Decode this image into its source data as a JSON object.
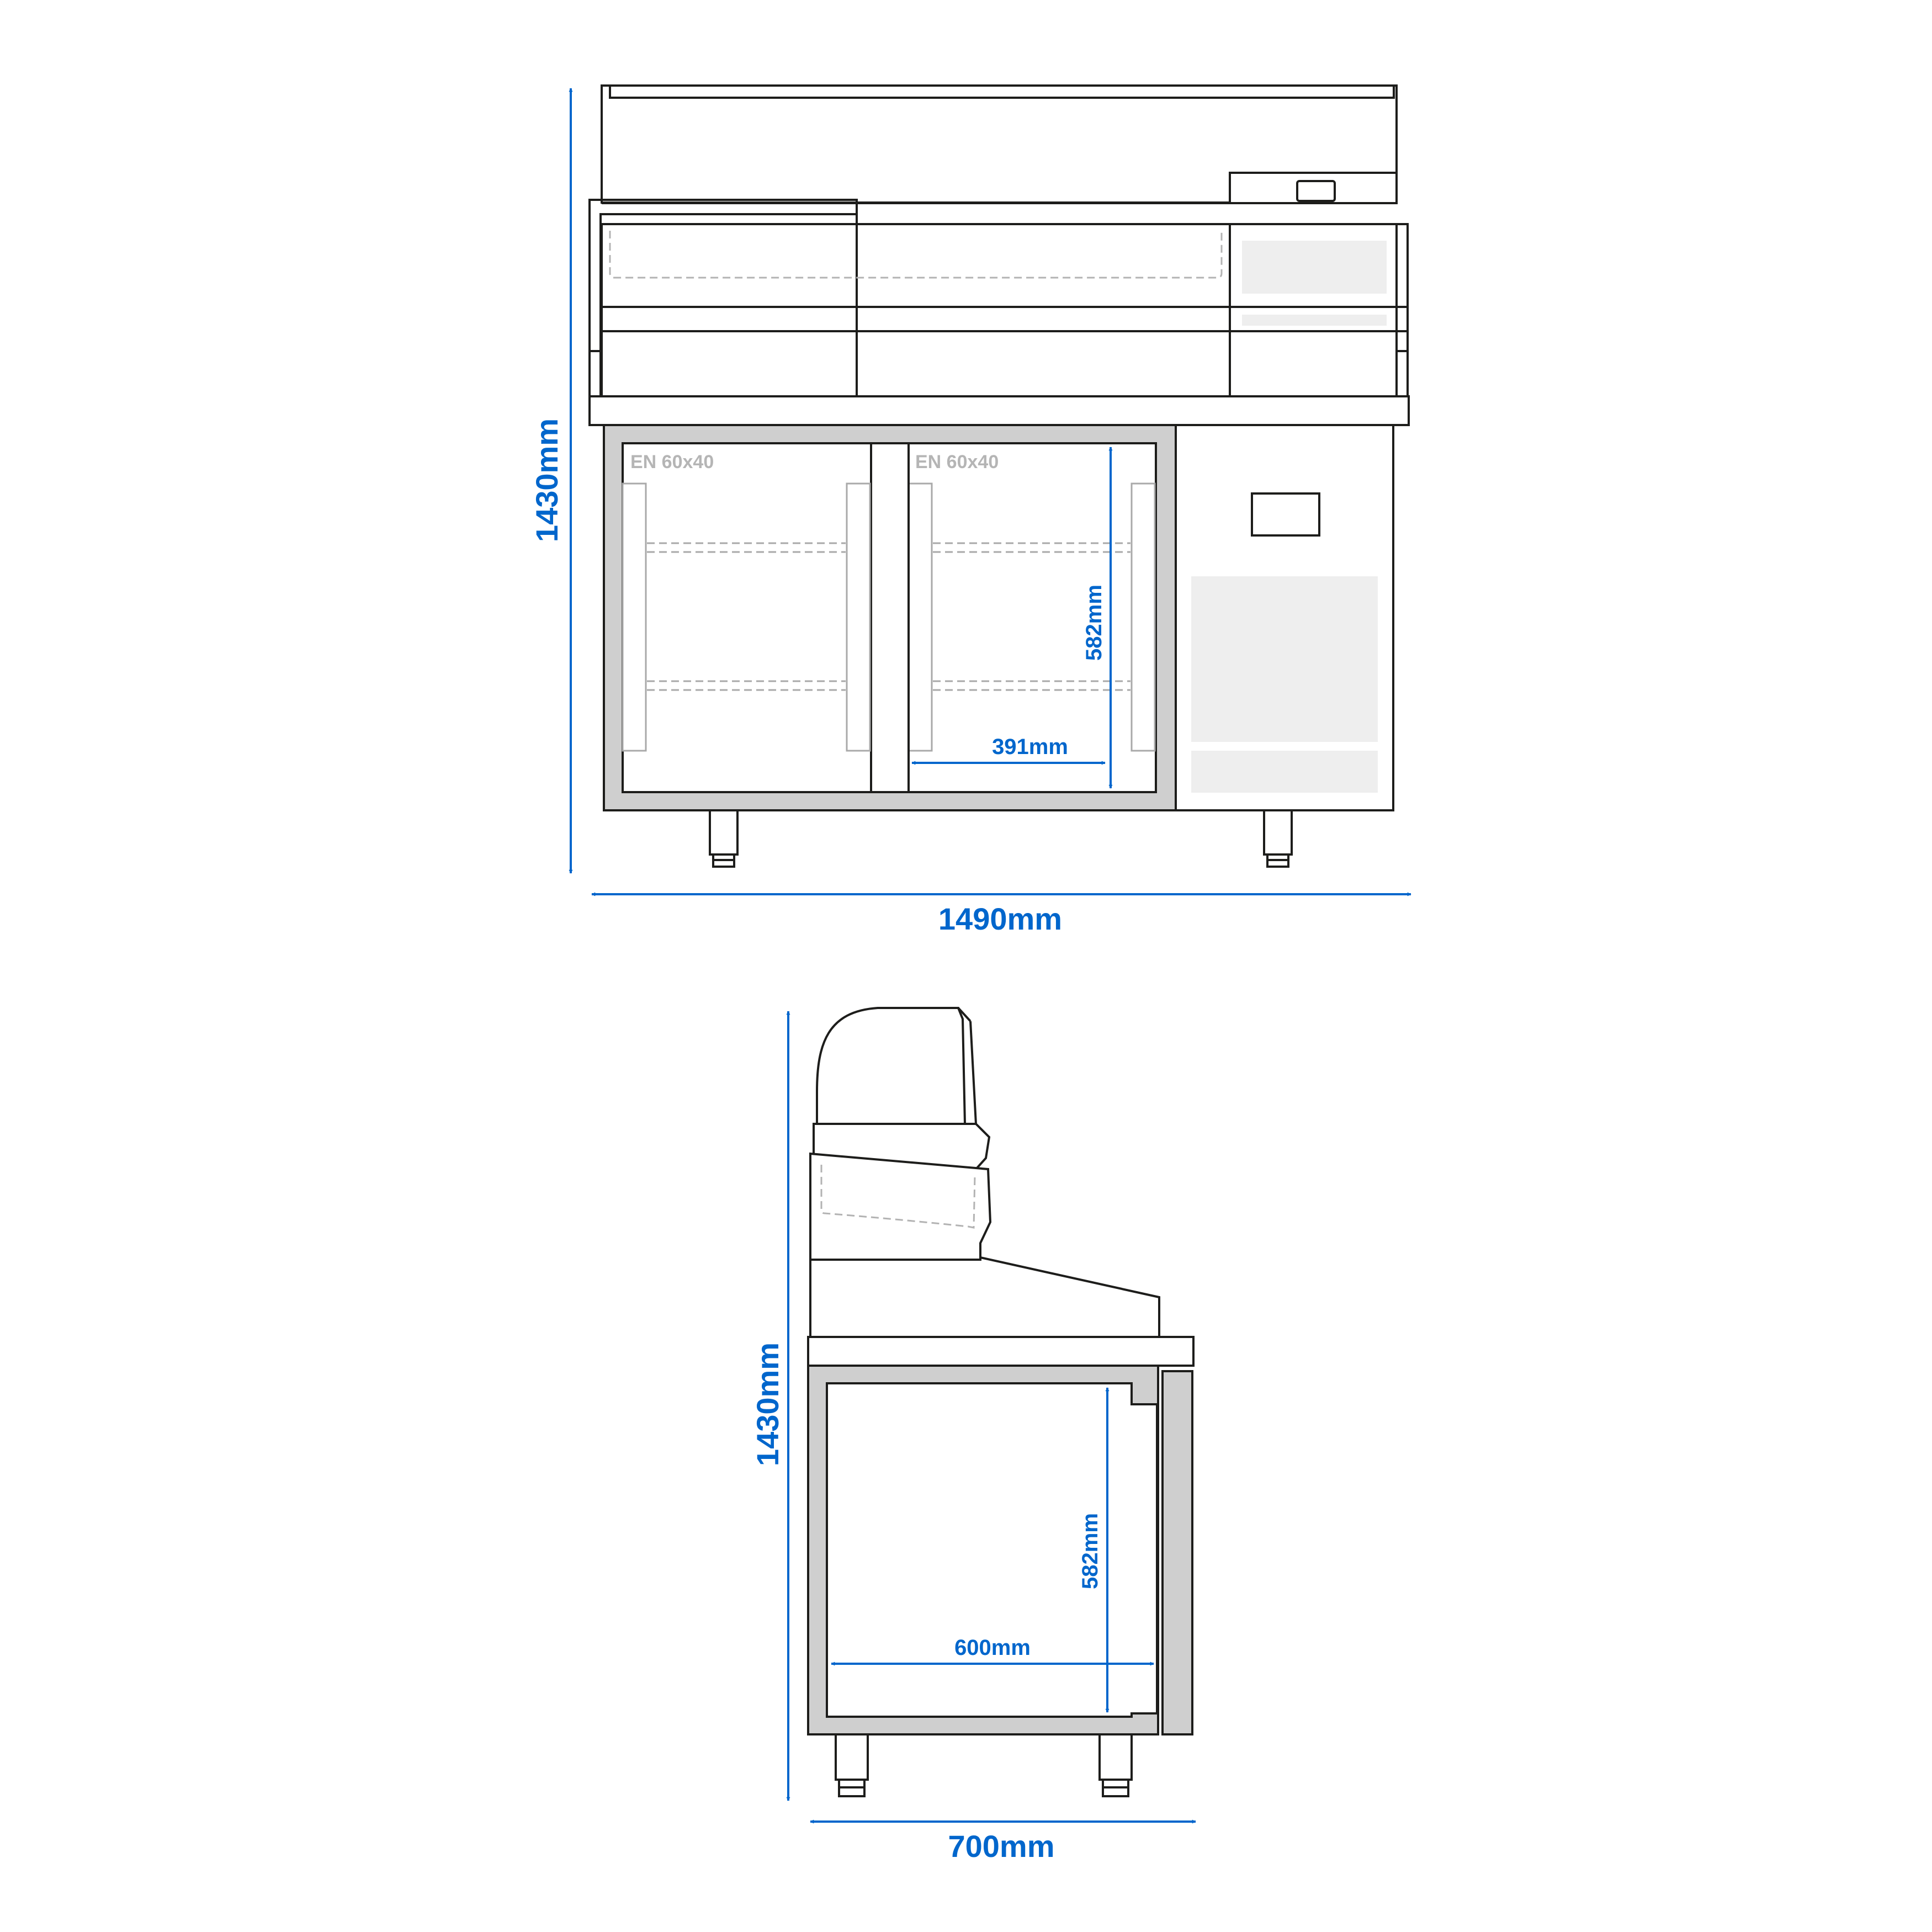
{
  "front_view": {
    "height_label": "1430mm",
    "width_label": "1490mm",
    "inner_height_label": "582mm",
    "inner_width_label": "391mm",
    "compartment_left_label": "EN 60x40",
    "compartment_right_label": "EN 60x40"
  },
  "side_view": {
    "height_label": "1430mm",
    "depth_label": "700mm",
    "inner_height_label": "582mm",
    "inner_depth_label": "600mm"
  },
  "colors": {
    "dimension": "#0066cc",
    "outline": "#1d1d1b",
    "frame": "#cfcfcf"
  }
}
